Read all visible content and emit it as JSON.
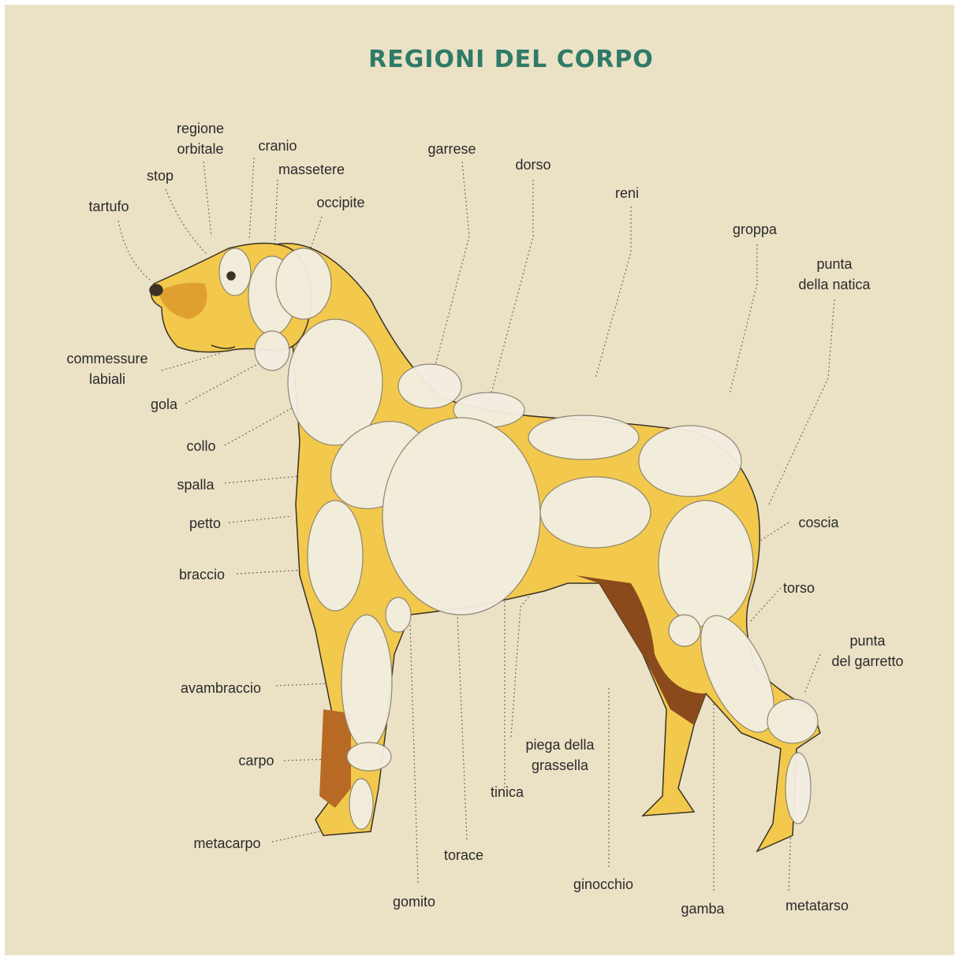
{
  "title": "REGIONI DEL CORPO",
  "colors": {
    "background": "#ebe2c6",
    "title": "#2f7a68",
    "coat": "#f2c94c",
    "coat_dark": "#e0a030",
    "region": "#f3eee2",
    "leg_shadow": "#8a4a1c",
    "leader": "#6d6b62"
  },
  "labels": {
    "regione_orbitale": [
      "regione",
      "orbitale"
    ],
    "cranio": "cranio",
    "stop": "stop",
    "massetere": "massetere",
    "tartufo": "tartufo",
    "occipite": "occipite",
    "garrese": "garrese",
    "dorso": "dorso",
    "reni": "reni",
    "groppa": "groppa",
    "punta_natica": [
      "punta",
      "della natica"
    ],
    "commessure_labiali": [
      "commessure",
      "labiali"
    ],
    "gola": "gola",
    "collo": "collo",
    "spalla": "spalla",
    "petto": "petto",
    "braccio": "braccio",
    "coscia": "coscia",
    "torso": "torso",
    "punta_garretto": [
      "punta",
      "del garretto"
    ],
    "avambraccio": "avambraccio",
    "piega_grassella": [
      "piega della",
      "grassella"
    ],
    "carpo": "carpo",
    "tinica": "tinica",
    "metacarpo": "metacarpo",
    "torace": "torace",
    "ginocchio": "ginocchio",
    "gomito": "gomito",
    "gamba": "gamba",
    "metatarso": "metatarso"
  }
}
